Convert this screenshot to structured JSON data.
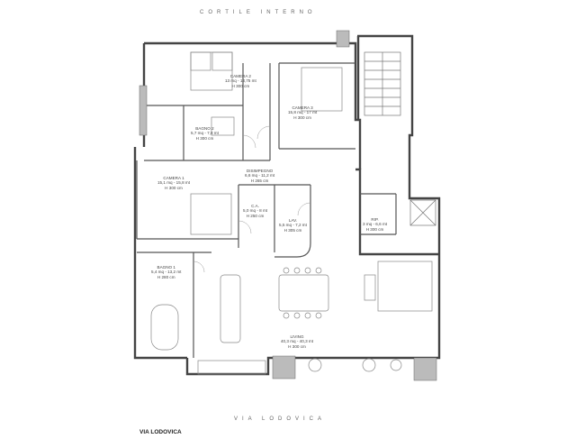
{
  "streets": {
    "top": "CORTILE INTERNO",
    "bottom": "VIA LODOVICA",
    "plate": "VIA LODOVICA"
  },
  "rooms": {
    "camera2": {
      "name": "CAMERA 2",
      "area": "13 mq - 13,75 mt",
      "height": "H 300 cm"
    },
    "camera3": {
      "name": "CAMERA 3",
      "area": "15,8 mq - 17 mt",
      "height": "H 300 cm"
    },
    "bagno2": {
      "name": "BAGNO 2",
      "area": "5,7 mq - 7,8 mt",
      "height": "H 300 cm"
    },
    "disimpegno": {
      "name": "DISIMPEGNO",
      "area": "6,6 mq - 11,2 mt",
      "height": "H 265 cm"
    },
    "camera1": {
      "name": "CAMERA 1",
      "area": "15,1 mq - 15,8 mt",
      "height": "H 300 cm"
    },
    "ca": {
      "name": "C.A.",
      "area": "5,0 mq - 8 mt",
      "height": "H 250 cm"
    },
    "lav": {
      "name": "LAV.",
      "area": "5,5 mq - 7,2 mt",
      "height": "H 305 cm"
    },
    "rip": {
      "name": "RIP.",
      "area": "3 mq - 6,6 mt",
      "height": "H 300 cm"
    },
    "bagno1": {
      "name": "BAGNO 1",
      "area": "5,4 mq - 13,2 mt",
      "height": "H 280 cm"
    },
    "living": {
      "name": "LIVING",
      "area": "40,3 mq - 40,3 mt",
      "height": "H 300 cm"
    }
  }
}
